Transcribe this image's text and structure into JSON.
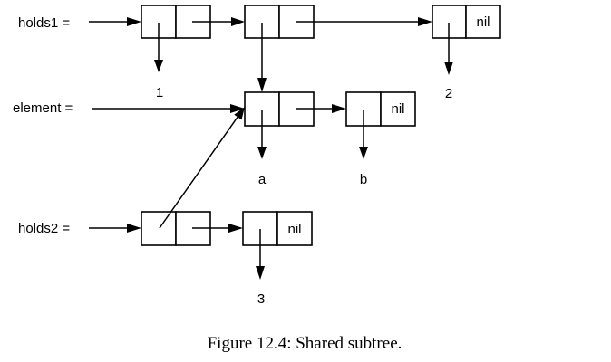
{
  "labels": {
    "holds1": "holds1 =",
    "element": "element =",
    "holds2": "holds2 =",
    "nil": "nil",
    "atom_1": "1",
    "atom_2": "2",
    "atom_a": "a",
    "atom_b": "b",
    "atom_3": "3"
  },
  "caption": "Figure 12.4: Shared subtree."
}
